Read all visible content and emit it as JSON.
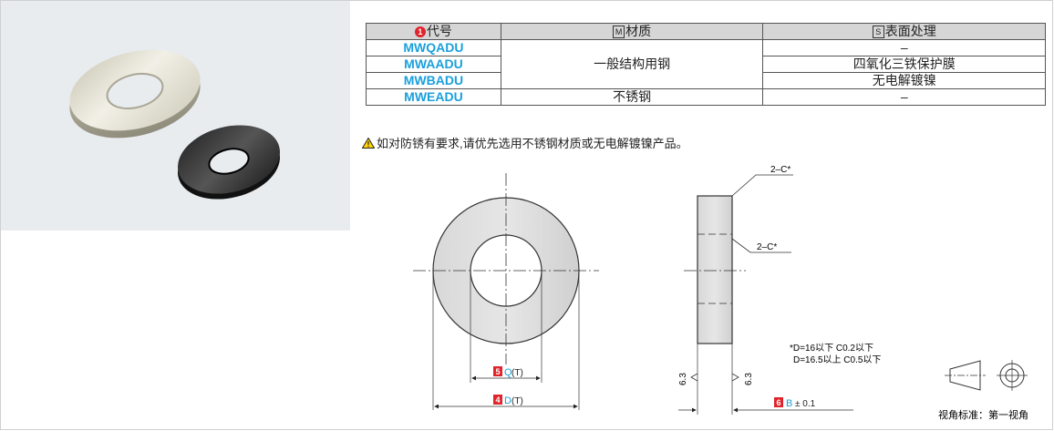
{
  "table": {
    "headers": {
      "code": {
        "badge": "1",
        "label": "代号"
      },
      "material": {
        "badge": "M",
        "label": "材质"
      },
      "surface": {
        "badge": "S",
        "label": "表面处理"
      }
    },
    "rows": [
      {
        "code": "MWQADU",
        "surface": "–"
      },
      {
        "code": "MWAADU",
        "surface": "四氧化三铁保护膜"
      },
      {
        "code": "MWBADU",
        "surface": "无电解镀镍"
      },
      {
        "code": "MWEADU",
        "surface": "–"
      }
    ],
    "material_group_1": "一般结构用钢",
    "material_group_2": "不锈钢"
  },
  "warning": "如对防锈有要求,请优先选用不锈钢材质或无电解镀镍产品。",
  "drawing": {
    "chamfer_top": "2–C*",
    "chamfer_mid": "2–C*",
    "note_line1": "*D=16以下  C0.2以下",
    "note_line2": "D=16.5以上  C0.5以下",
    "roughness": "6.3",
    "q_dim": {
      "badge": "5",
      "letter": "Q",
      "suffix": "(T)"
    },
    "d_dim": {
      "badge": "4",
      "letter": "D",
      "suffix": "(T)"
    },
    "b_dim": {
      "badge": "6",
      "letter": "B",
      "suffix": "± 0.1"
    },
    "projection_label": "视角标准：第一视角"
  },
  "colors": {
    "code_blue": "#1aa0dc",
    "badge_red": "#e0242b",
    "header_gray": "#d6d6d6",
    "photo_bg": "#e8ecef"
  },
  "icons": [
    "warning-icon",
    "first-angle-projection-icon"
  ]
}
